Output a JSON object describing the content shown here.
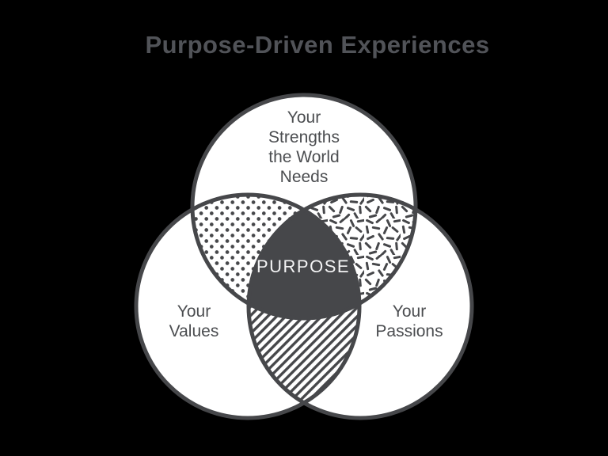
{
  "title": "Purpose-Driven Experiences",
  "colors": {
    "background": "#000000",
    "ink": "#46474a",
    "circle_fill": "#ffffff",
    "center_fill": "#46474a",
    "title_color": "#515358",
    "label_color": "#4b4d50",
    "purpose_text_color": "#f4f4f5"
  },
  "venn": {
    "top_circle": {
      "label": "Your Strengths the World Needs",
      "lines": [
        "Your",
        "Strengths",
        "the World",
        "Needs"
      ]
    },
    "left_circle": {
      "label": "Your Values",
      "lines": [
        "Your",
        "Values"
      ]
    },
    "right_circle": {
      "label": "Your Passions",
      "lines": [
        "Your",
        "Passions"
      ]
    },
    "center": {
      "label": "PURPOSE"
    },
    "intersections": {
      "top_left_pattern": "polka-dots",
      "top_right_pattern": "confetti-dashes",
      "bottom_pattern": "diagonal-stripes"
    }
  }
}
